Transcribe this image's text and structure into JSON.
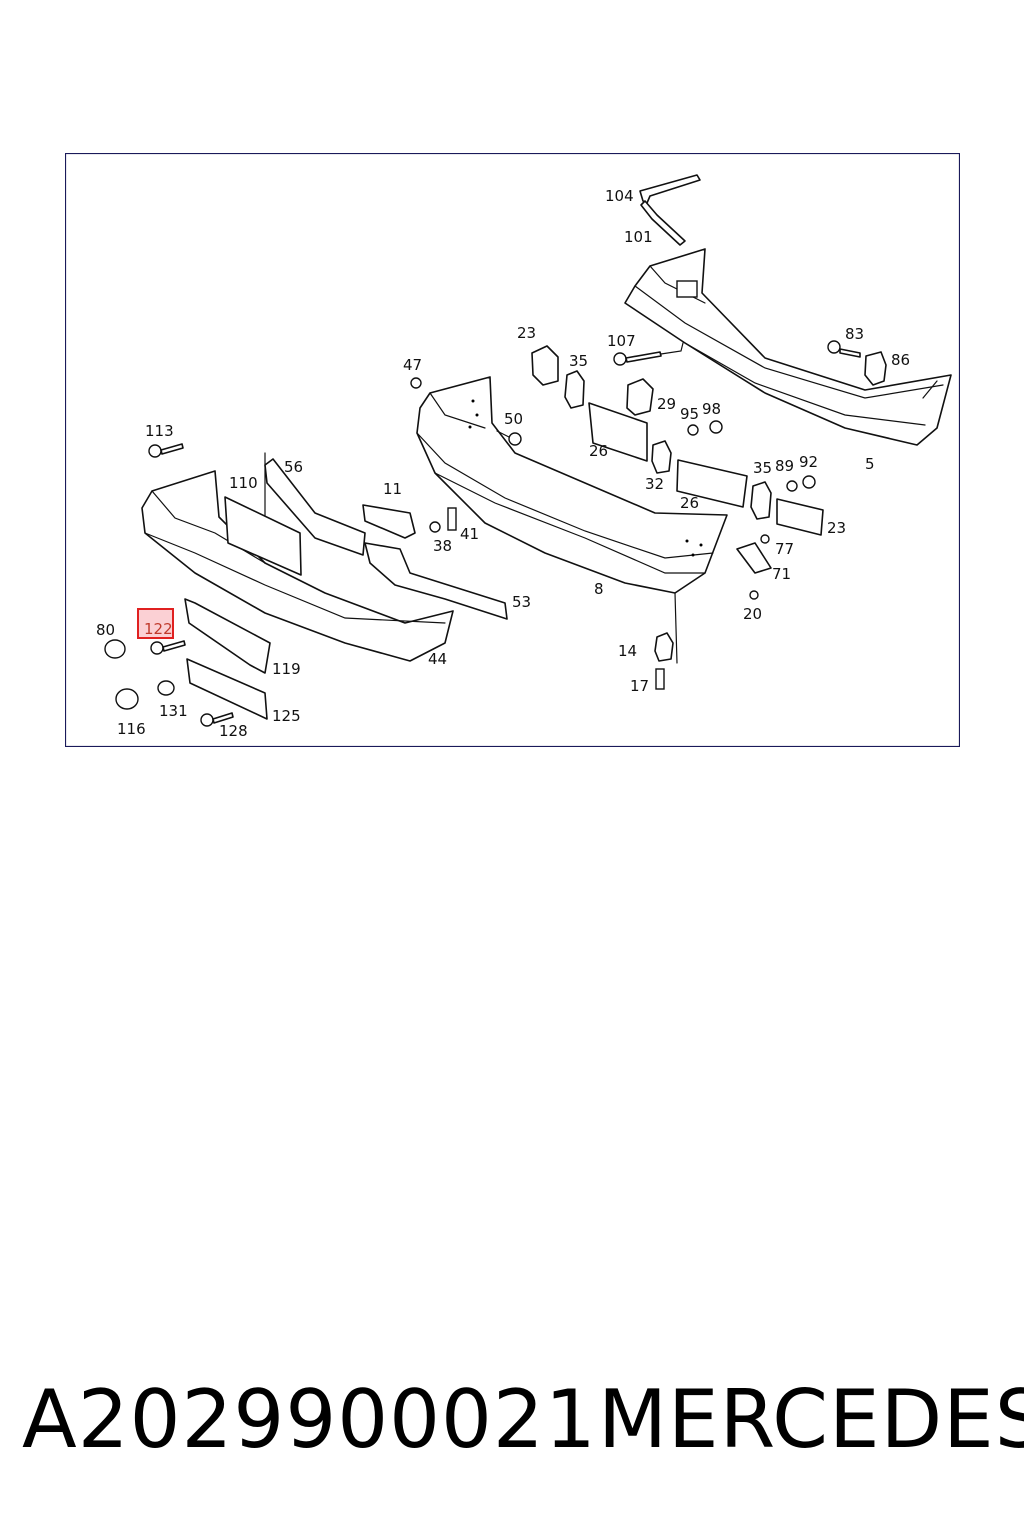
{
  "diagram": {
    "highlighted_callout": "122",
    "colors": {
      "line": "#111111",
      "frame": "#1a1a5a",
      "highlight": "#e02020",
      "highlight_fill": "#fbd0d4"
    },
    "callouts": [
      "104",
      "101",
      "83",
      "86",
      "5",
      "107",
      "23",
      "35",
      "29",
      "95",
      "98",
      "47",
      "50",
      "26",
      "32",
      "35",
      "89",
      "92",
      "26",
      "23",
      "8",
      "77",
      "71",
      "20",
      "113",
      "56",
      "110",
      "11",
      "38",
      "41",
      "53",
      "80",
      "122",
      "119",
      "44",
      "14",
      "17",
      "116",
      "131",
      "125",
      "128"
    ]
  },
  "footer": {
    "part_number": "A2029900021",
    "brand": "MERCEDES"
  }
}
